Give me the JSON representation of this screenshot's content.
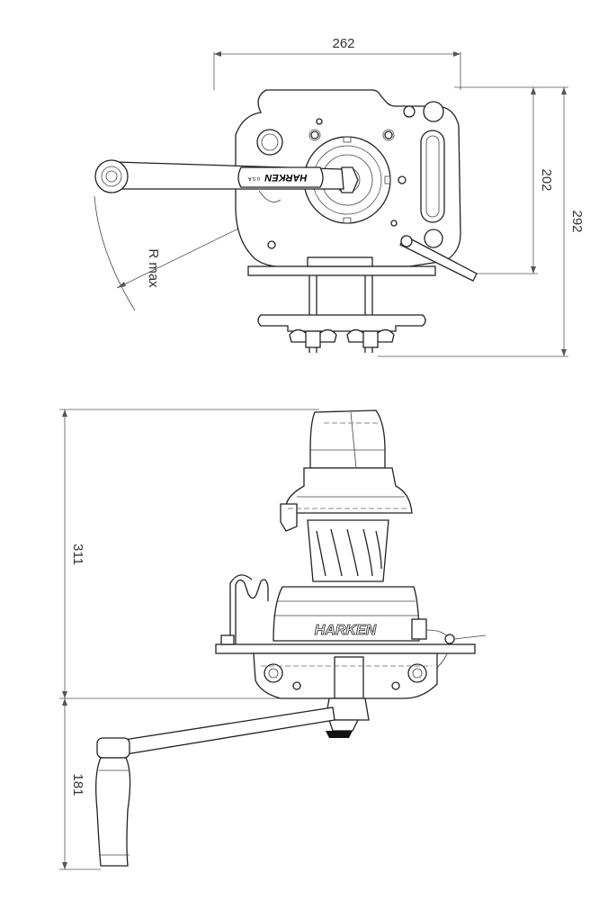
{
  "dimensions": {
    "top_width": "262",
    "top_height_inner": "202",
    "top_height_outer": "292",
    "radius_label": "R max",
    "side_height": "311",
    "handle_length": "181"
  },
  "branding": {
    "handle_text": "HARKEN",
    "handle_small": "U.S.A.",
    "drum_text": "HARKEN"
  }
}
